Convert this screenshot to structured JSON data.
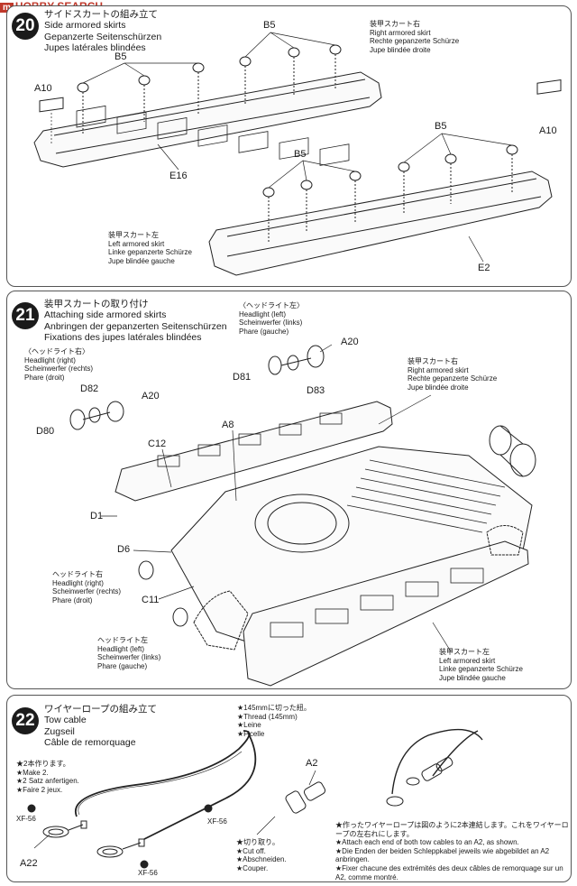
{
  "watermark": {
    "brand": "HOBBY SEARCH",
    "box": "m"
  },
  "step20": {
    "number": "20",
    "title_jp": "サイドスカートの組み立て",
    "title_en": "Side armored skirts",
    "title_de": "Gepanzerte Seitenschürzen",
    "title_fr": "Jupes latérales blindées",
    "right_skirt": [
      "装甲スカート右",
      "Right armored skirt",
      "Rechte gepanzerte Schürze",
      "Jupe blindée droite"
    ],
    "left_skirt": [
      "装甲スカート左",
      "Left armored skirt",
      "Linke gepanzerte Schürze",
      "Jupe blindée gauche"
    ],
    "labels": {
      "b5_a": "B5",
      "b5_b": "B5",
      "b5_c": "B5",
      "b5_d": "B5",
      "a10_a": "A10",
      "a10_b": "A10",
      "e16": "E16",
      "e2": "E2"
    }
  },
  "step21": {
    "number": "21",
    "title_jp": "装甲スカートの取り付け",
    "title_en": "Attaching side armored skirts",
    "title_de": "Anbringen der gepanzerten Seitenschürzen",
    "title_fr": "Fixations des jupes latérales blindées",
    "headlight_left_top": [
      "〈ヘッドライト左〉",
      "Headlight (left)",
      "Scheinwerfer (links)",
      "Phare (gauche)"
    ],
    "headlight_right_top": [
      "〈ヘッドライト右〉",
      "Headlight (right)",
      "Scheinwerfer (rechts)",
      "Phare (droit)"
    ],
    "right_skirt": [
      "装甲スカート右",
      "Right armored skirt",
      "Rechte gepanzerte Schürze",
      "Jupe blindée droite"
    ],
    "headlight_right_mid": [
      "ヘッドライト右",
      "Headlight (right)",
      "Scheinwerfer (rechts)",
      "Phare (droit)"
    ],
    "headlight_left_mid": [
      "ヘッドライト左",
      "Headlight (left)",
      "Scheinwerfer (links)",
      "Phare (gauche)"
    ],
    "left_skirt": [
      "装甲スカート左",
      "Left armored skirt",
      "Linke gepanzerte Schürze",
      "Jupe blindée gauche"
    ],
    "labels": {
      "a20_a": "A20",
      "d81": "D81",
      "d83": "D83",
      "d82": "D82",
      "a20_b": "A20",
      "d80": "D80",
      "a8": "A8",
      "c12": "C12",
      "d1": "D1",
      "d6": "D6",
      "c11": "C11"
    }
  },
  "step22": {
    "number": "22",
    "title_jp": "ワイヤーロープの組み立て",
    "title_en": "Tow cable",
    "title_de": "Zugseil",
    "title_fr": "Câble de remorquage",
    "cut_note": [
      "★145mmに切った紐。",
      "★Thread (145mm)",
      "★Leine",
      "★Ficelle"
    ],
    "make2": [
      "★2本作ります。",
      "★Make 2.",
      "★2 Satz anfertigen.",
      "★Faire 2 jeux."
    ],
    "cutoff": [
      "★切り取り。",
      "★Cut off.",
      "★Abschneiden.",
      "★Couper."
    ],
    "attach": [
      "★作ったワイヤーロープは図のように2本連結します。これをワイヤーロープの左右れにします。",
      "★Attach each end of both tow cables to an A2, as shown.",
      "★Die Enden der beiden Schleppkabel jeweils wie abgebildet an A2 anbringen.",
      "★Fixer chacune des extrémités des deux câbles de remorquage sur un A2, comme montré."
    ],
    "labels": {
      "xf56_a": "XF-56",
      "xf56_b": "XF-56",
      "xf56_c": "XF-56",
      "a22": "A22",
      "a2": "A2"
    }
  }
}
